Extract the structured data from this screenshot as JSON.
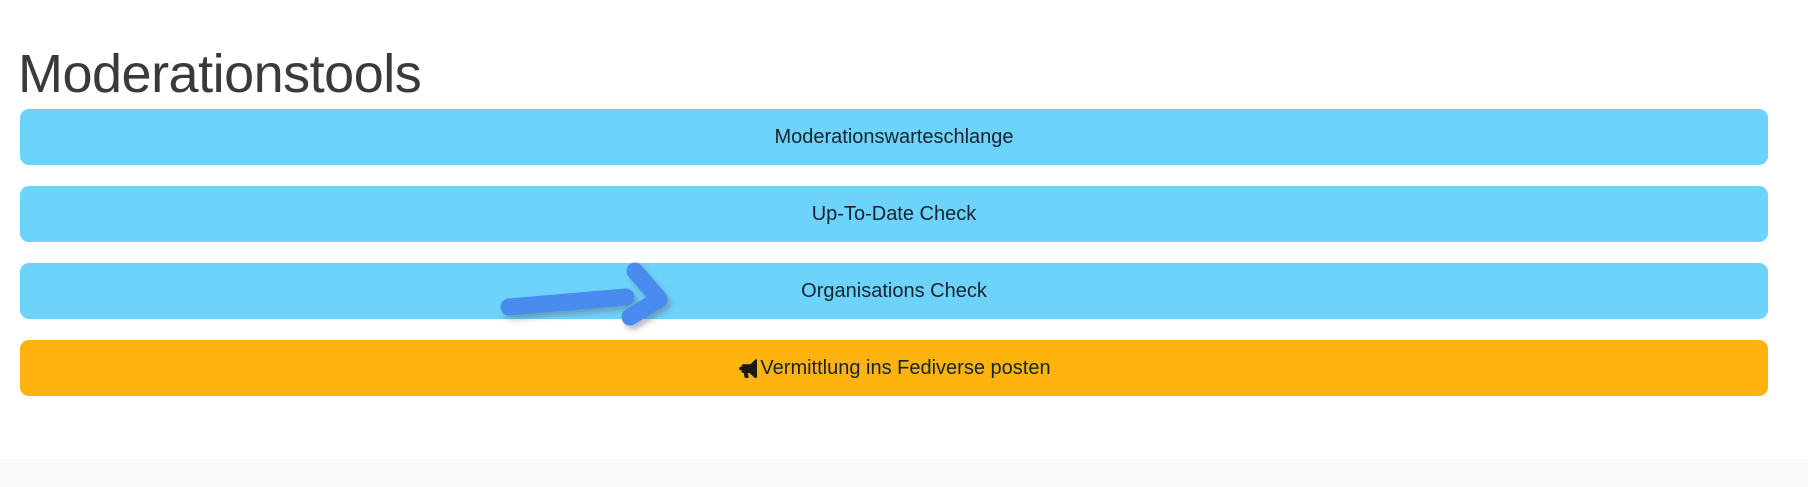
{
  "page": {
    "title": "Moderationstools",
    "background_color": "#ffffff",
    "footer_color": "#f8f9fa"
  },
  "colors": {
    "title_text": "#3a3a3c",
    "button_blue": "#6dd3fb",
    "button_orange": "#ffb310",
    "button_text": "#17242f",
    "annotation_arrow": "#4a8bef"
  },
  "buttons": [
    {
      "label": "Moderationswarteschlange",
      "color": "#6dd3fb",
      "icon": null
    },
    {
      "label": "Up-To-Date Check",
      "color": "#6dd3fb",
      "icon": null
    },
    {
      "label": "Organisations Check",
      "color": "#6dd3fb",
      "icon": null
    },
    {
      "label": "Vermittlung ins Fediverse posten",
      "color": "#ffb310",
      "icon": "bullhorn-icon"
    }
  ],
  "annotation": {
    "type": "arrow",
    "direction": "right",
    "color": "#4a8bef",
    "points_to": "Organisations Check"
  }
}
